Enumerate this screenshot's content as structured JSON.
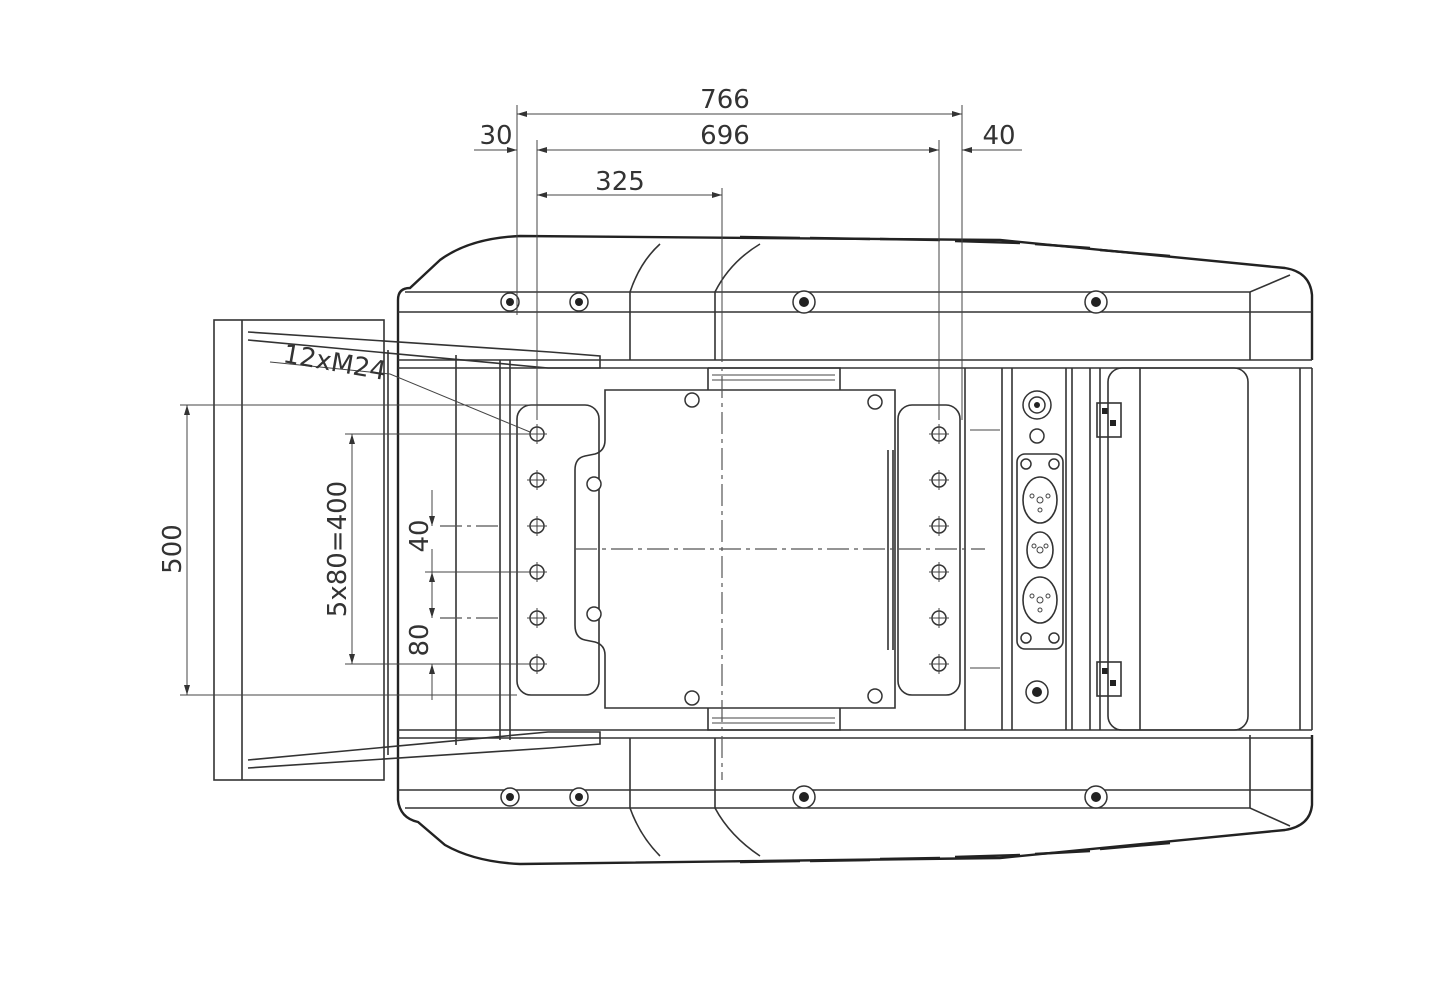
{
  "dimensions": {
    "overall_width": "766",
    "inner_width": "696",
    "left_offset": "30",
    "right_offset": "40",
    "half_span": "325",
    "hole_callout": "12xM24",
    "height": "500",
    "hole_pattern": "5x80=400",
    "pitch_small": "40",
    "pitch_large": "80"
  },
  "colors": {
    "line": "#333333",
    "background": "#ffffff"
  }
}
